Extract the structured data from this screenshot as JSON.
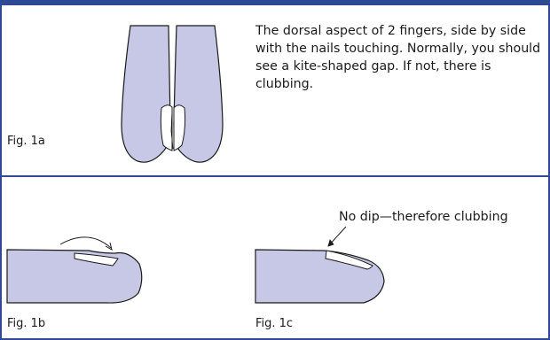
{
  "description": "The dorsal aspect of 2 fingers, side by side with the nails touching. Normally, you should see a kite-shaped gap. If not, there is clubbing.",
  "callout": "No dip—therefore clubbing",
  "figures": {
    "fig1a": "Fig. 1a",
    "fig1b": "Fig. 1b",
    "fig1c": "Fig. 1c"
  },
  "colors": {
    "border": "#2f4a94",
    "finger_fill": "#c7c8e6",
    "outline": "#1a1a1a"
  }
}
